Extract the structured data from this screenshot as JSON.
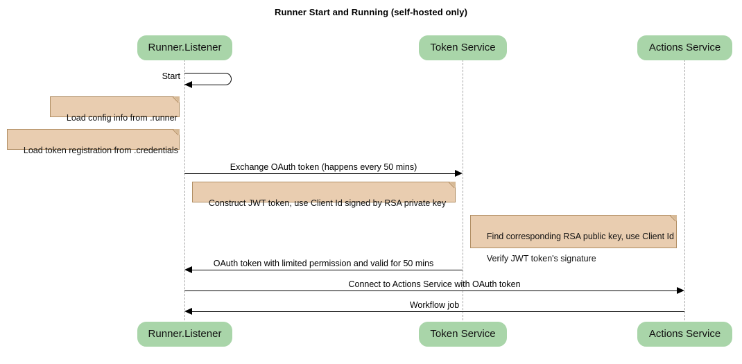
{
  "diagram": {
    "title": "Runner Start and Running (self-hosted only)",
    "type": "sequence-diagram",
    "colors": {
      "participant_fill": "#a9d5a9",
      "note_fill": "#e9cdb0",
      "note_border": "#b08d62",
      "lifeline": "#a6a6a6",
      "arrow": "#000000",
      "text": "#000000",
      "background": "#ffffff"
    }
  },
  "participants": [
    {
      "id": "runner",
      "label": "Runner.Listener"
    },
    {
      "id": "token",
      "label": "Token Service"
    },
    {
      "id": "actions",
      "label": "Actions Service"
    }
  ],
  "participants_bottom": [
    {
      "id": "runner",
      "label": "Runner.Listener"
    },
    {
      "id": "token",
      "label": "Token Service"
    },
    {
      "id": "actions",
      "label": "Actions Service"
    }
  ],
  "self_messages": [
    {
      "id": "start",
      "label": "Start",
      "from": "runner",
      "to": "runner"
    }
  ],
  "notes": [
    {
      "id": "note-config",
      "text": "Load config info from .runner"
    },
    {
      "id": "note-credentials",
      "text": "Load token registration from .credentials"
    },
    {
      "id": "note-jwt",
      "text": "Construct JWT token, use Client Id signed by RSA private key"
    },
    {
      "id": "note-verify",
      "line1": "Find corresponding RSA public key, use Client Id",
      "line2": "Verify JWT token's signature"
    }
  ],
  "messages": [
    {
      "id": "msg-exchange",
      "label": "Exchange OAuth token (happens every 50 mins)",
      "from": "runner",
      "to": "token",
      "direction": "right"
    },
    {
      "id": "msg-oauth-return",
      "label": "OAuth token with limited permission and valid for 50 mins",
      "from": "token",
      "to": "runner",
      "direction": "left"
    },
    {
      "id": "msg-connect",
      "label": "Connect to Actions Service with OAuth token",
      "from": "runner",
      "to": "actions",
      "direction": "right"
    },
    {
      "id": "msg-workflow-job",
      "label": "Workflow job",
      "from": "actions",
      "to": "runner",
      "direction": "left"
    }
  ]
}
